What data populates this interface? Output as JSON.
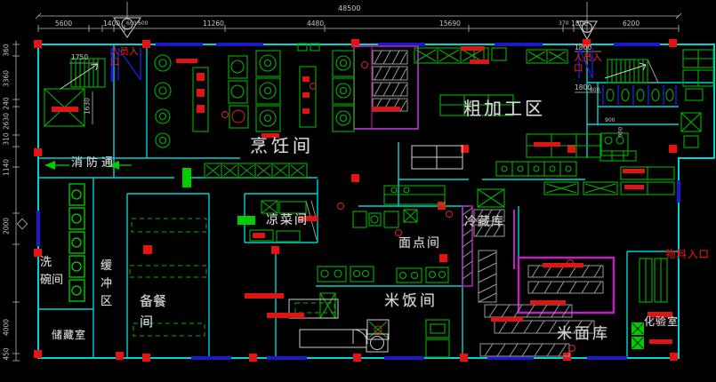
{
  "colors": {
    "background": "#000000",
    "wall_cyan": "#00d4d4",
    "equipment_green": "#00b400",
    "column_red": "#e81212",
    "window_blue": "#1a1acc",
    "shelving_magenta": "#c020c0",
    "hatch_gray": "#989898",
    "dimension_gray": "#c6c6c6",
    "label_white": "#d9d9d9",
    "annotation_red": "#e42020"
  },
  "rooms": {
    "cooking": {
      "label": "烹饪间"
    },
    "rough_processing": {
      "label": "粗加工区"
    },
    "cold_dish": {
      "label": "凉菜间"
    },
    "pastry": {
      "label": "面点间"
    },
    "cold_storage": {
      "label": "冷藏库"
    },
    "rice": {
      "label": "米饭间"
    },
    "grain_store": {
      "label": "米面库"
    },
    "lab": {
      "label": "化验室"
    },
    "storage": {
      "label": "储藏室"
    },
    "fire_corridor": {
      "label": "消防通"
    },
    "dishwashing": {
      "lines": [
        "洗",
        "碗间"
      ]
    },
    "buffer": {
      "lines": [
        "缓",
        "冲",
        "区"
      ]
    },
    "food_prep": {
      "lines": [
        "备餐",
        "间"
      ]
    }
  },
  "entrances": {
    "staff_left": {
      "lines": [
        "人员入",
        "口"
      ]
    },
    "staff_right": {
      "lines": [
        "人员入",
        "口"
      ]
    },
    "material": {
      "label": "物料入口"
    }
  },
  "dimensions": {
    "total": "48500",
    "top": [
      "5600",
      "1400",
      "600",
      "600",
      "11260",
      "4480",
      "15690",
      "370",
      "1800",
      "6200"
    ],
    "left": [
      "360",
      "3360",
      "240",
      "2630",
      "310",
      "1140",
      "2000",
      "4000",
      "450"
    ],
    "stair_width": "1750",
    "door_height": "1630",
    "door_right_a": "1800",
    "door_right_b": "1800",
    "toilet_a": "900",
    "toilet_b": "900",
    "toilet_c": "800"
  }
}
